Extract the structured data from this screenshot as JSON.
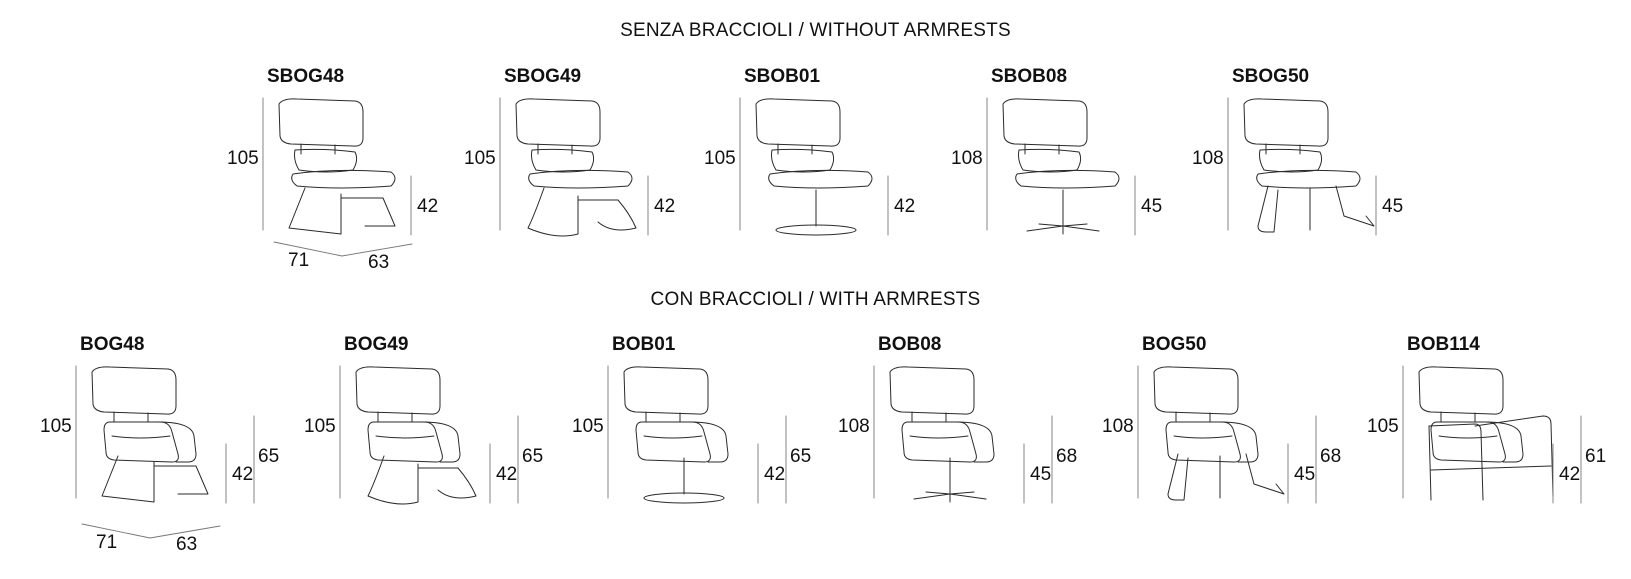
{
  "sections": {
    "without": {
      "title": "SENZA BRACCIOLI / WITHOUT ARMRESTS"
    },
    "with": {
      "title": "CON BRACCIOLI / WITH ARMRESTS"
    }
  },
  "row1": [
    {
      "code": "SBOG48",
      "height": "105",
      "seat": "42",
      "base": "sled",
      "armrest": false
    },
    {
      "code": "SBOG49",
      "height": "105",
      "seat": "42",
      "base": "rocking",
      "armrest": false
    },
    {
      "code": "SBOB01",
      "height": "105",
      "seat": "42",
      "base": "disc",
      "armrest": false
    },
    {
      "code": "SBOB08",
      "height": "108",
      "seat": "45",
      "base": "star",
      "armrest": false
    },
    {
      "code": "SBOG50",
      "height": "108",
      "seat": "45",
      "base": "wire",
      "armrest": false
    }
  ],
  "row2": [
    {
      "code": "BOG48",
      "height": "105",
      "seat": "42",
      "arm": "65",
      "base": "sled",
      "armrest": true
    },
    {
      "code": "BOG49",
      "height": "105",
      "seat": "42",
      "arm": "65",
      "base": "rocking",
      "armrest": true
    },
    {
      "code": "BOB01",
      "height": "105",
      "seat": "42",
      "arm": "65",
      "base": "disc",
      "armrest": true
    },
    {
      "code": "BOB08",
      "height": "108",
      "seat": "45",
      "arm": "68",
      "base": "star",
      "armrest": true
    },
    {
      "code": "BOG50",
      "height": "108",
      "seat": "45",
      "arm": "68",
      "base": "wire",
      "armrest": true
    },
    {
      "code": "BOB114",
      "height": "105",
      "seat": "42",
      "arm": "61",
      "base": "frame",
      "armrest": true
    }
  ],
  "footprint": {
    "row1": {
      "depth": "71",
      "width": "63"
    },
    "row2": {
      "depth": "71",
      "width": "63"
    }
  }
}
